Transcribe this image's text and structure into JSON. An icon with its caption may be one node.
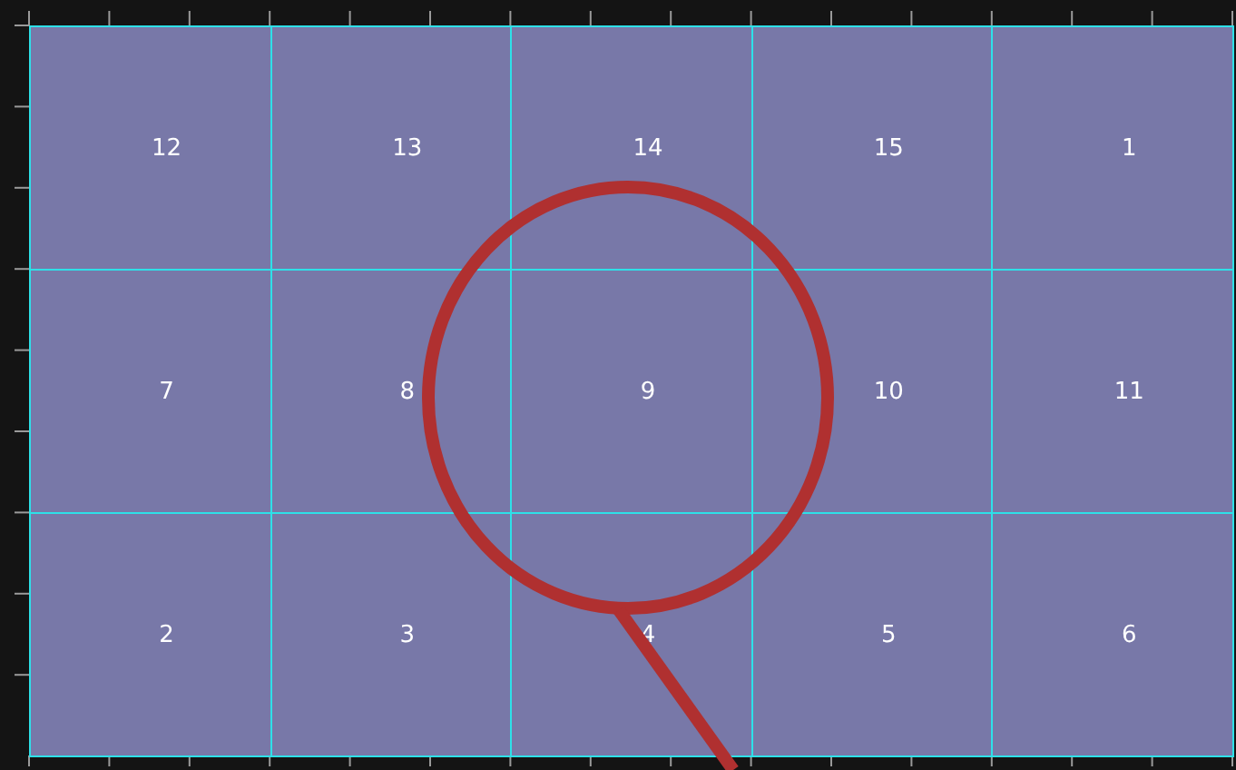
{
  "diagram": {
    "nodes": [
      {
        "text": [
          "12"
        ]
      },
      {
        "text": [
          "13"
        ]
      },
      {
        "text": [
          "14"
        ]
      },
      {
        "text": [
          "15"
        ]
      },
      {
        "text": [
          "1"
        ]
      },
      {
        "text": [
          "7"
        ]
      },
      {
        "text": [
          "8"
        ]
      },
      {
        "text": [
          "9"
        ]
      },
      {
        "text": [
          "10"
        ]
      },
      {
        "text": [
          "11"
        ]
      },
      {
        "text": [
          "2"
        ]
      },
      {
        "text": [
          "3"
        ]
      },
      {
        "text": [
          "4"
        ]
      },
      {
        "text": [
          "5"
        ]
      },
      {
        "text": [
          "6"
        ]
      }
    ]
  }
}
